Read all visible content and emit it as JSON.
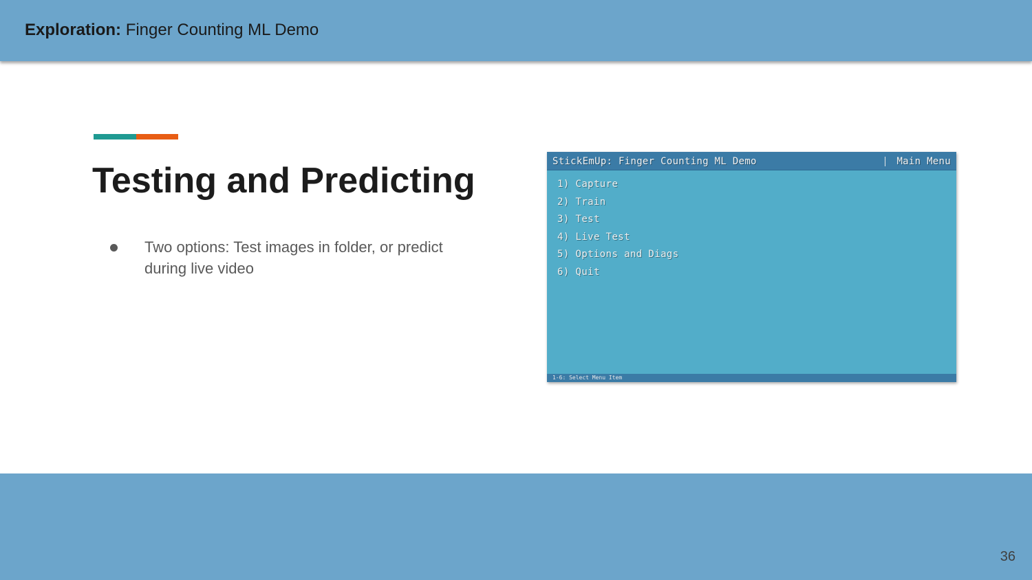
{
  "header": {
    "label_bold": "Exploration:",
    "label_rest": "Finger Counting ML Demo"
  },
  "slide": {
    "title": "Testing and Predicting",
    "bullets": [
      "Two options: Test images in folder, or predict during live video"
    ],
    "page_number": "36"
  },
  "terminal": {
    "title": "StickEmUp: Finger Counting ML Demo",
    "mode": "Main Menu",
    "menu_items": [
      "1) Capture",
      "2) Train",
      "3) Test",
      "4) Live Test",
      "5) Options and Diags",
      "6) Quit"
    ],
    "status": "1-6: Select Menu Item"
  },
  "colors": {
    "band": "#6ca5cb",
    "accent_teal": "#1f9a92",
    "accent_orange": "#e85d14",
    "terminal_bg": "#52adc9",
    "terminal_bar": "#3b7ba6"
  }
}
